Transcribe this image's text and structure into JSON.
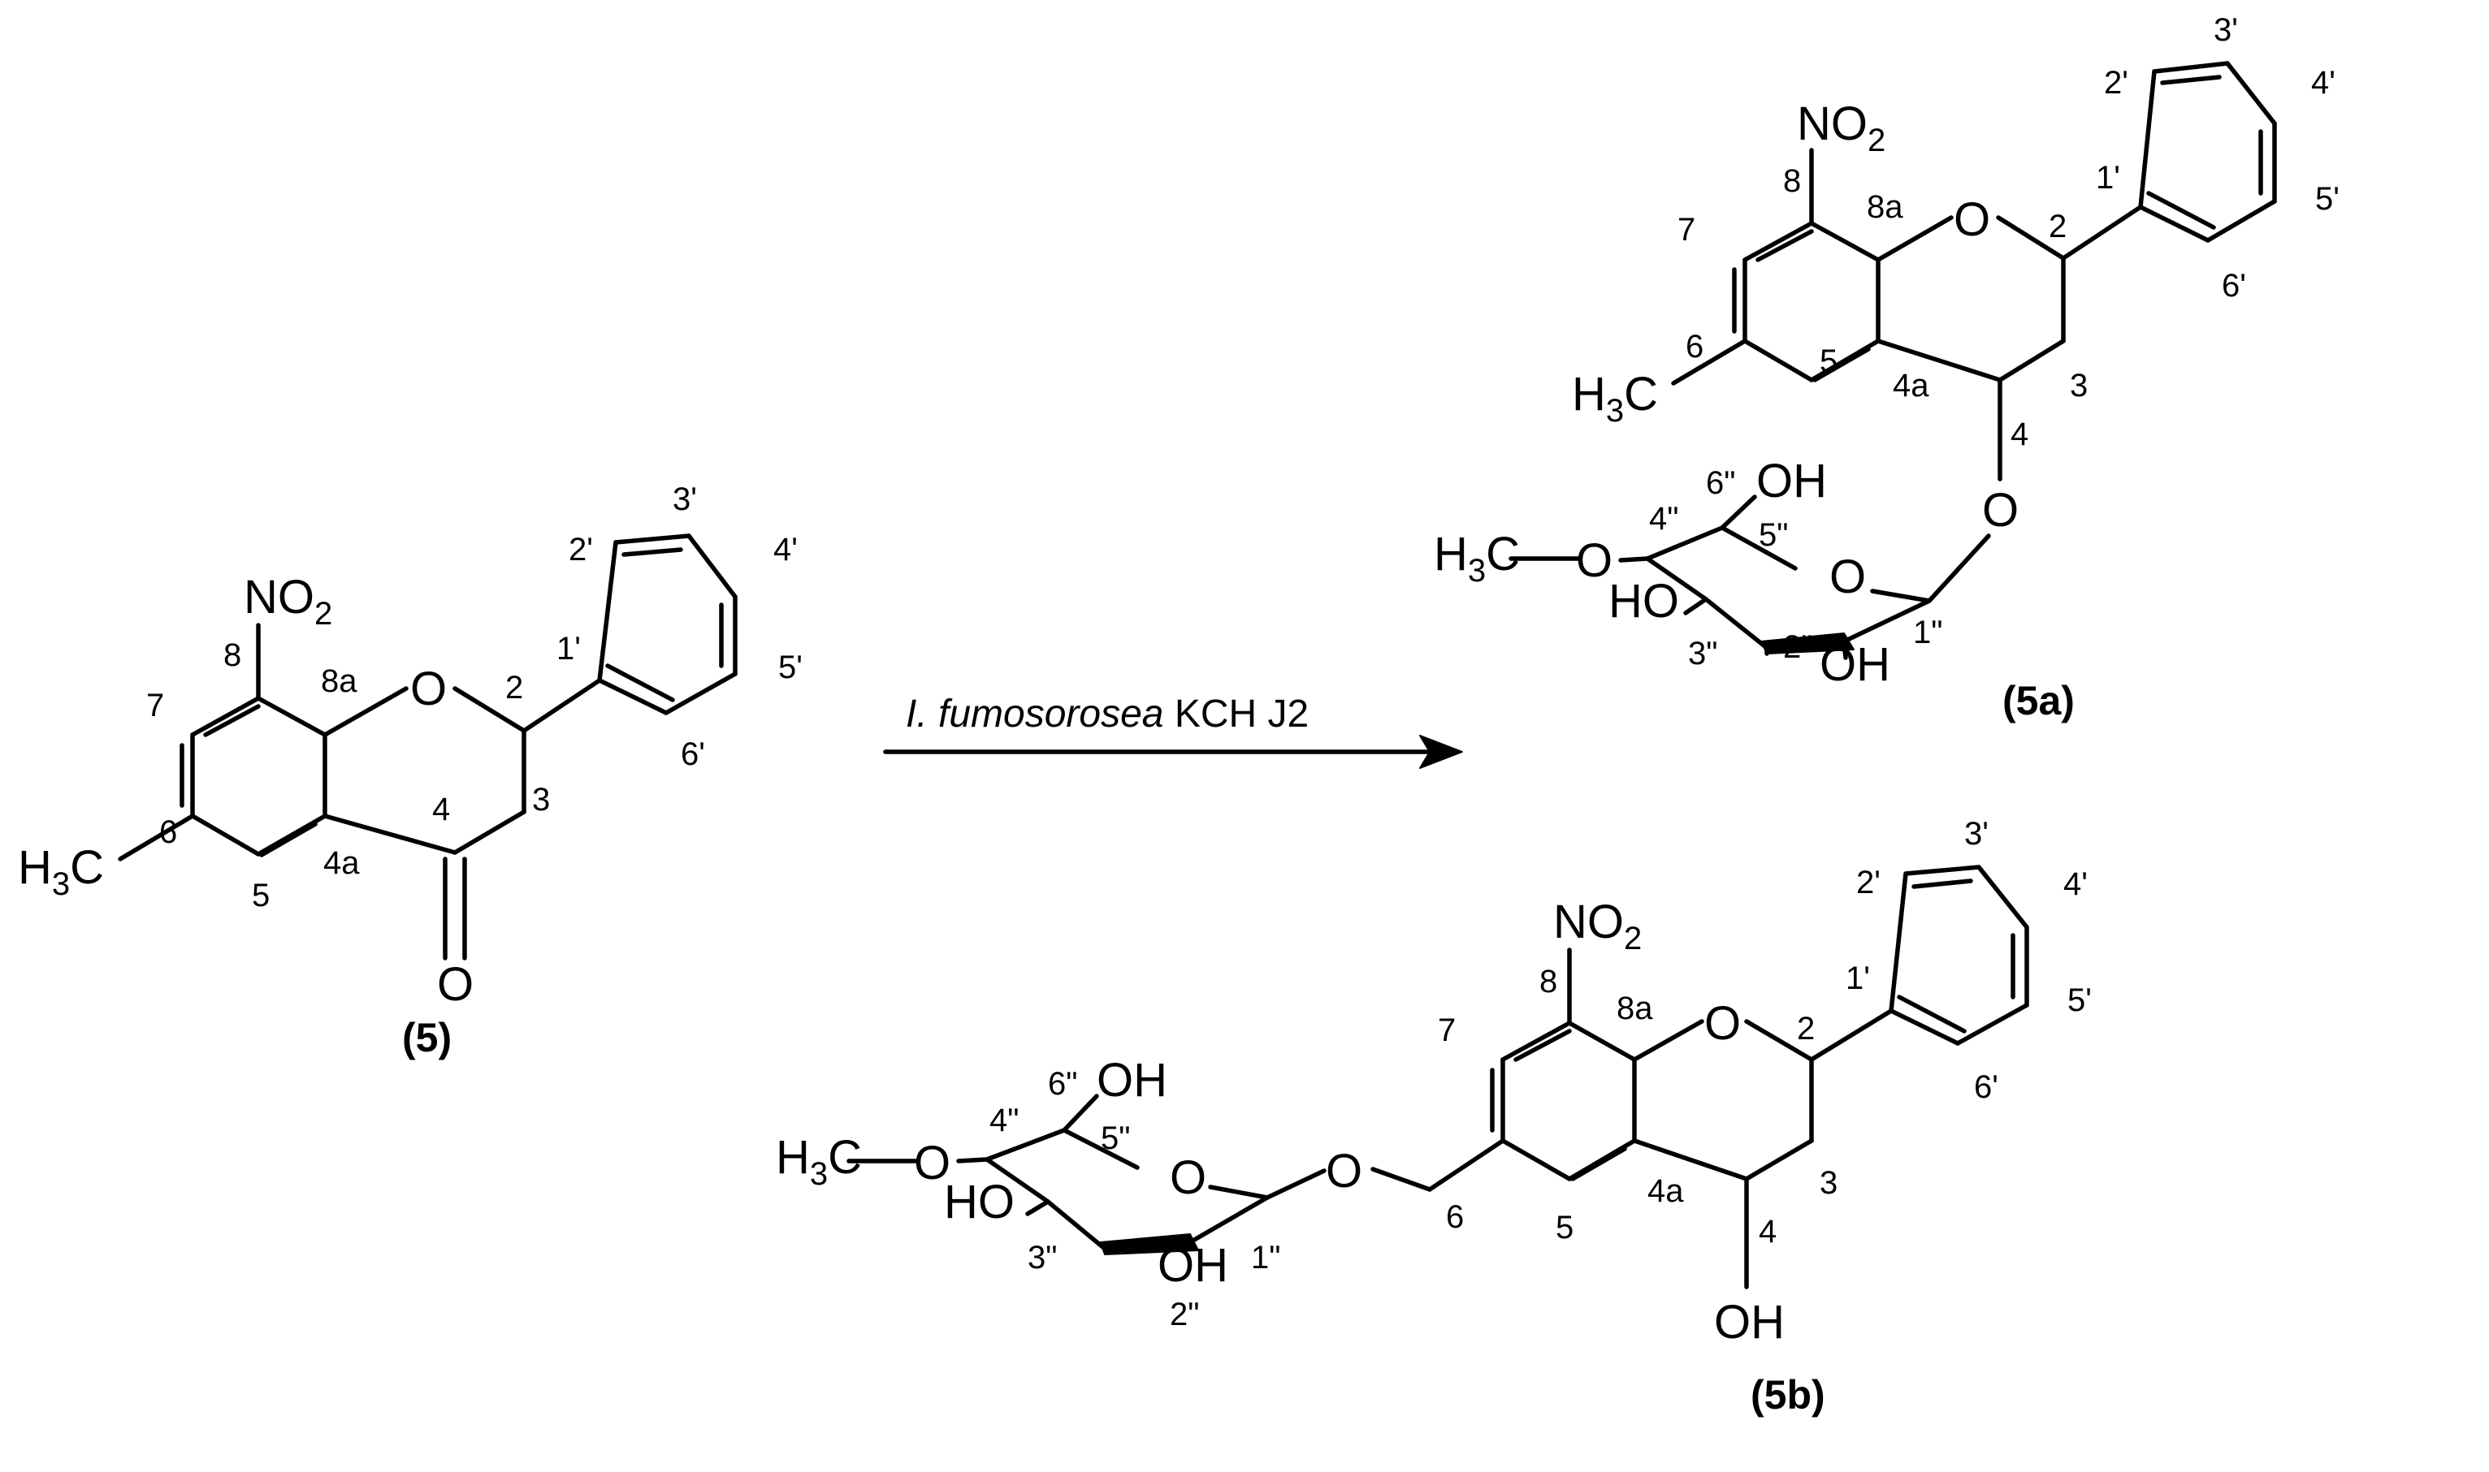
{
  "reaction": {
    "condition_organism": "I. fumosorosea",
    "condition_strain": "KCH J2"
  },
  "compounds": {
    "substrate": {
      "label": "(5)"
    },
    "product_a": {
      "label": "(5a)"
    },
    "product_b": {
      "label": "(5b)"
    }
  },
  "atoms": {
    "nitro": "NO",
    "nitro_sub": "2",
    "oxygen": "O",
    "methyl_h": "H",
    "methyl_sub": "3",
    "methyl_c": "C",
    "hydroxyl": "OH",
    "hydroxyl_ho": "HO"
  },
  "locants": {
    "c2": "2",
    "c3": "3",
    "c4": "4",
    "c4a": "4a",
    "c5": "5",
    "c6": "6",
    "c7": "7",
    "c8": "8",
    "c8a": "8a",
    "c1p": "1'",
    "c2p": "2'",
    "c3p": "3'",
    "c4p": "4'",
    "c5p": "5'",
    "c6p": "6'",
    "c1pp": "1\"",
    "c2pp": "2\"",
    "c3pp": "3\"",
    "c4pp": "4\"",
    "c5pp": "5\"",
    "c6pp": "6\""
  }
}
